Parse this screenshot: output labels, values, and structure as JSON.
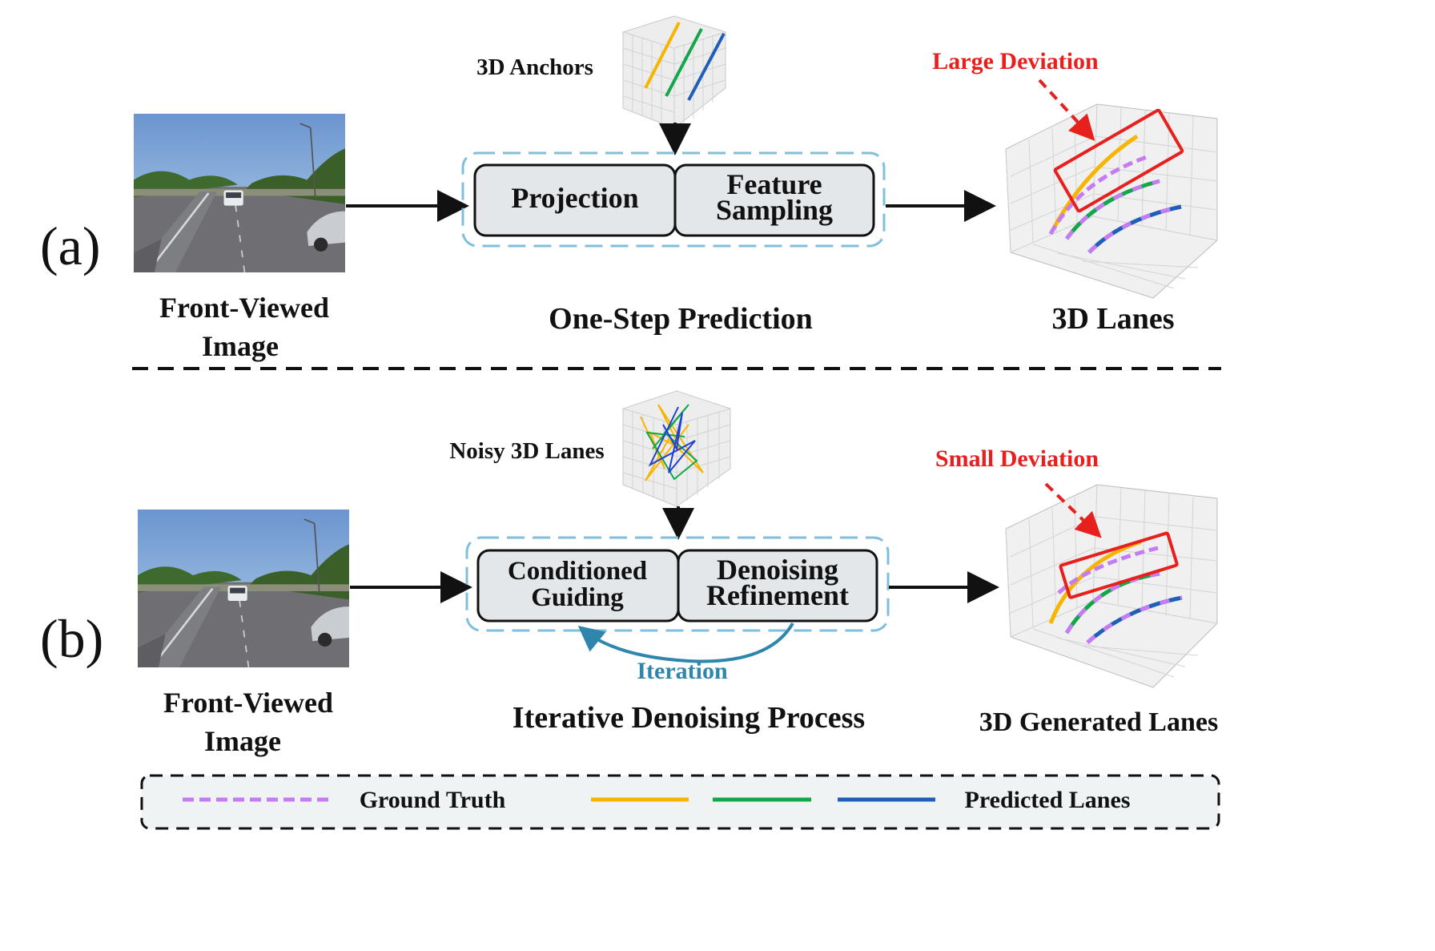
{
  "panel_a": {
    "label": "(a)",
    "image_caption_line1": "Front-Viewed",
    "image_caption_line2": "Image",
    "anchors_label": "3D Anchors",
    "box_left": "Projection",
    "box_right_line1": "Feature",
    "box_right_line2": "Sampling",
    "process_label": "One-Step Prediction",
    "deviation_label": "Large Deviation",
    "output_label": "3D Lanes"
  },
  "panel_b": {
    "label": "(b)",
    "image_caption_line1": "Front-Viewed",
    "image_caption_line2": "Image",
    "noisy_label": "Noisy 3D Lanes",
    "box_left_line1": "Conditioned",
    "box_left_line2": "Guiding",
    "box_right_line1": "Denoising",
    "box_right_line2": "Refinement",
    "iteration_label": "Iteration",
    "process_label": "Iterative Denoising Process",
    "deviation_label": "Small Deviation",
    "output_label": "3D Generated Lanes"
  },
  "legend": {
    "ground_truth": "Ground Truth",
    "predicted": "Predicted Lanes"
  },
  "colors": {
    "ground_truth": "#c57cf2",
    "lane_yellow": "#f7b500",
    "lane_green": "#12a84a",
    "lane_blue": "#1f5fb8",
    "deviation": "#e8201d",
    "dashed_frame": "#7fbfde",
    "iteration": "#2f86ad",
    "box_fill": "#e4e7e9"
  }
}
